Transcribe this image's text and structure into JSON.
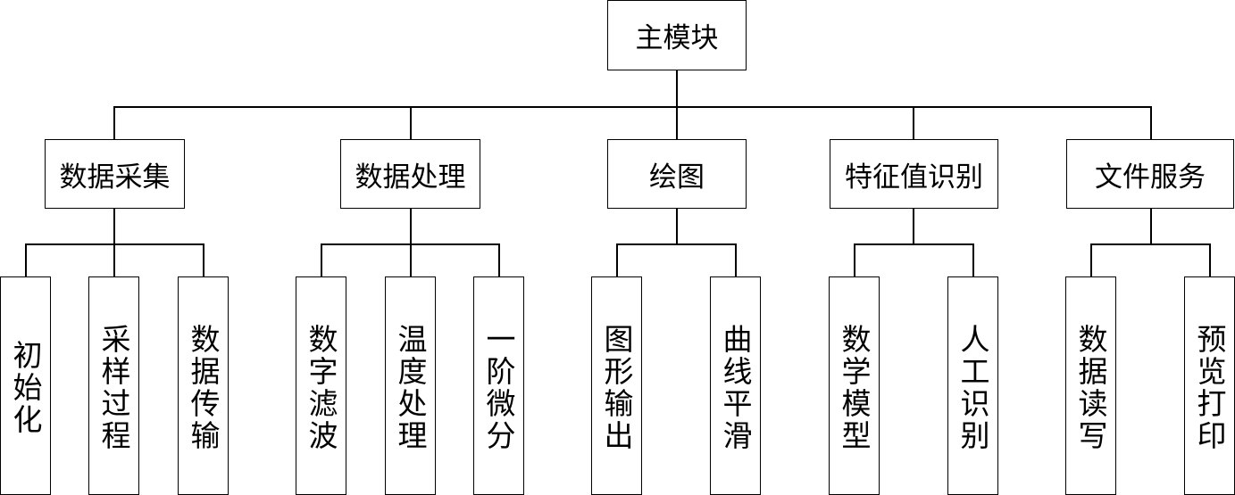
{
  "root": {
    "label": "主模块"
  },
  "modules": [
    {
      "label": "数据采集",
      "children": [
        "初始化",
        "采样过程",
        "数据传输"
      ]
    },
    {
      "label": "数据处理",
      "children": [
        "数字滤波",
        "温度处理",
        "一阶微分"
      ]
    },
    {
      "label": "绘图",
      "children": [
        "图形输出",
        "曲线平滑"
      ]
    },
    {
      "label": "特征值识别",
      "children": [
        "数学模型",
        "人工识别"
      ]
    },
    {
      "label": "文件服务",
      "children": [
        "数据读写",
        "预览打印"
      ]
    }
  ]
}
